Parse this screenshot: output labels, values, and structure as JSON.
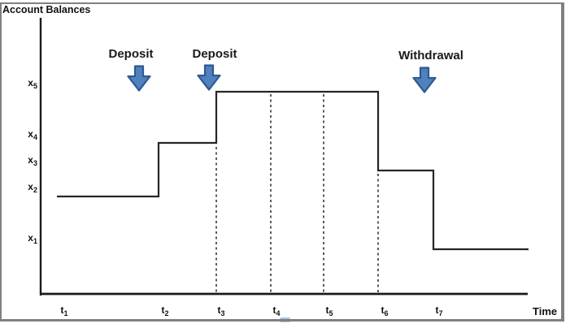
{
  "title": "Account Balances",
  "axes": {
    "x_axis_label": "Time",
    "y_ticks": [
      {
        "base": "x",
        "sub": "5"
      },
      {
        "base": "x",
        "sub": "4"
      },
      {
        "base": "x",
        "sub": "3"
      },
      {
        "base": "x",
        "sub": "2"
      },
      {
        "base": "x",
        "sub": "1"
      }
    ],
    "x_ticks": [
      {
        "base": "t",
        "sub": "1"
      },
      {
        "base": "t",
        "sub": "2"
      },
      {
        "base": "t",
        "sub": "3"
      },
      {
        "base": "t",
        "sub": "4"
      },
      {
        "base": "t",
        "sub": "5"
      },
      {
        "base": "t",
        "sub": "6"
      },
      {
        "base": "t",
        "sub": "7"
      }
    ]
  },
  "annotations": [
    {
      "label": "Deposit"
    },
    {
      "label": "Deposit"
    },
    {
      "label": "Withdrawal"
    }
  ],
  "colors": {
    "arrow_fill": "#4f81bd",
    "arrow_stroke": "#2f5893",
    "line": "#262626",
    "axis": "#1a1a1a",
    "border": "#808080",
    "artifact_blue": "#a9c6e5"
  },
  "chart_data": {
    "type": "line",
    "subtype": "step-function",
    "title": "Account Balances",
    "xlabel": "Time",
    "ylabel": "Account Balances",
    "x_tick_labels": [
      "t1",
      "t2",
      "t3",
      "t4",
      "t5",
      "t6",
      "t7"
    ],
    "y_tick_labels": [
      "x1",
      "x2",
      "x3",
      "x4",
      "x5"
    ],
    "segments": [
      {
        "from_time": "t1",
        "to_time": "t2",
        "level": "x2"
      },
      {
        "from_time": "t2",
        "to_time": "t3",
        "level": "x4"
      },
      {
        "from_time": "t3",
        "to_time": "t6",
        "level": "x5"
      },
      {
        "from_time": "t6",
        "to_time": "t7",
        "level": "x3"
      },
      {
        "from_time": "t7",
        "to_time": "end",
        "level": "x1"
      }
    ],
    "events": [
      {
        "type": "Deposit",
        "at_time": "t2"
      },
      {
        "type": "Deposit",
        "at_time": "t3"
      },
      {
        "type": "Withdrawal",
        "at_time": "t7"
      }
    ],
    "dashed_guides_at": [
      "t3",
      "t4",
      "t5",
      "t6"
    ],
    "grid": false,
    "legend": false
  },
  "geometry": {
    "y_axis": {
      "x": 50,
      "top": 22,
      "bottom": 364
    },
    "x_axis": {
      "y": 362,
      "left": 49,
      "right": 649
    },
    "step_points": [
      [
        70,
        242
      ],
      [
        195,
        242
      ],
      [
        195,
        176
      ],
      [
        266,
        176
      ],
      [
        266,
        113
      ],
      [
        465,
        113
      ],
      [
        465,
        210
      ],
      [
        533,
        210
      ],
      [
        533,
        307
      ],
      [
        650,
        307
      ]
    ],
    "dashed_lines": [
      {
        "x": 266,
        "y1": 181,
        "y2": 362
      },
      {
        "x": 333,
        "y1": 116,
        "y2": 362
      },
      {
        "x": 398,
        "y1": 116,
        "y2": 362
      },
      {
        "x": 465,
        "y1": 214,
        "y2": 362
      }
    ]
  }
}
